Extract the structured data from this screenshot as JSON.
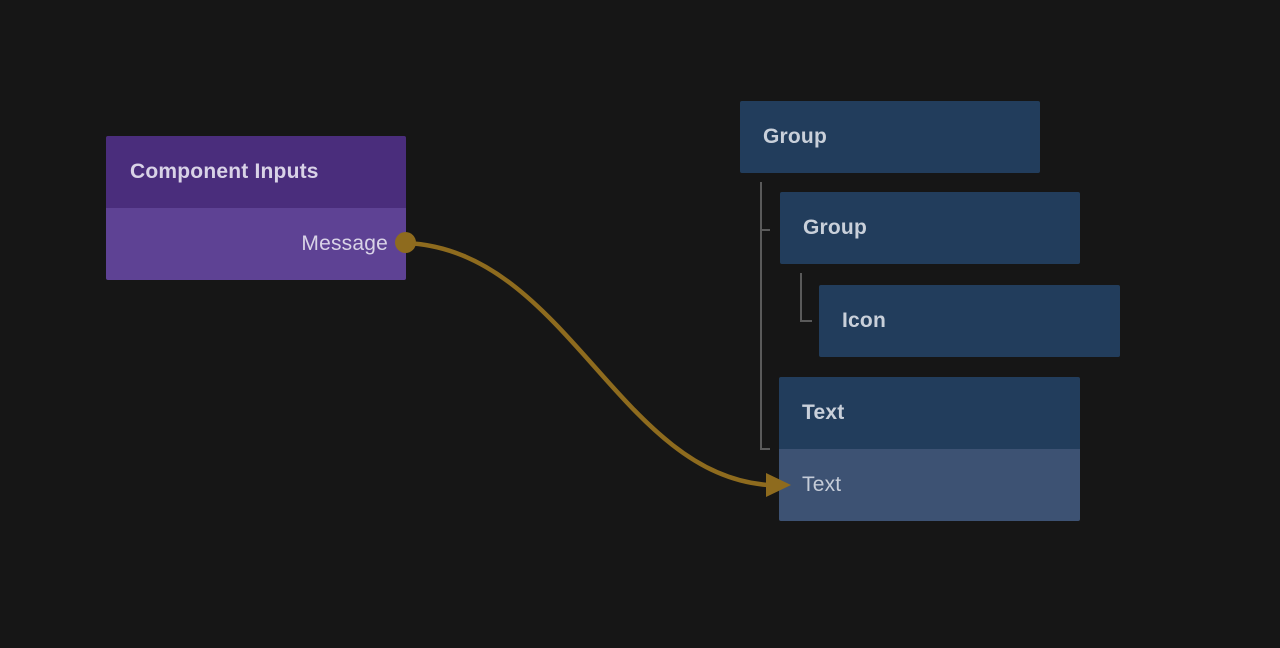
{
  "canvas": {
    "background_color": "#161616"
  },
  "component_inputs_node": {
    "title": "Component Inputs",
    "outputs": [
      {
        "label": "Message"
      }
    ],
    "header_color": "#4a2d7c",
    "row_color": "#5e4294",
    "text_color": "#d9d3e7"
  },
  "layer_tree": {
    "node_color": "#223d5c",
    "highlighted_row_color": "#3d5273",
    "text_color": "#c9d0da",
    "tree_line_color": "#5a5a5a",
    "nodes": [
      {
        "label": "Group",
        "depth": 0
      },
      {
        "label": "Group",
        "depth": 1
      },
      {
        "label": "Icon",
        "depth": 2
      },
      {
        "label": "Text",
        "depth": 1,
        "sub_label": "Text"
      }
    ]
  },
  "connection": {
    "from": "Message",
    "to": "Text",
    "color": "#8e6b1e"
  }
}
